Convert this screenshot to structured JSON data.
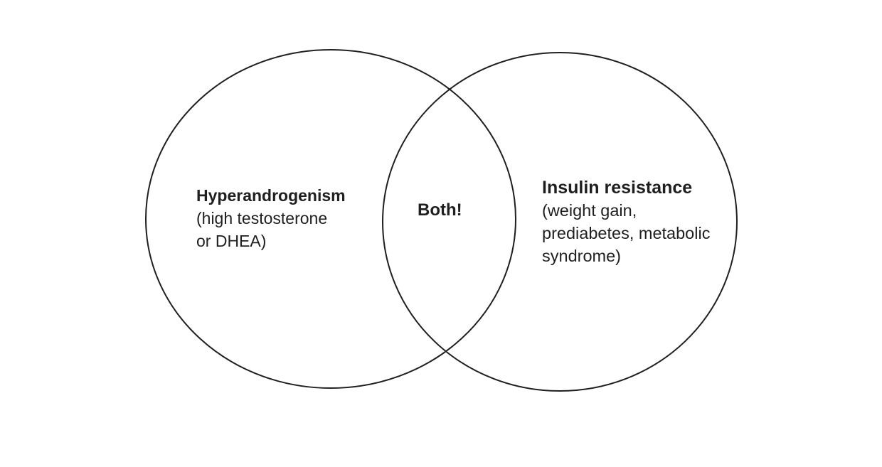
{
  "venn": {
    "left": {
      "title": "Hyperandrogenism",
      "description_lines": [
        "(high testosterone",
        "or DHEA)"
      ]
    },
    "intersection": {
      "label": "Both!"
    },
    "right": {
      "title": "Insulin resistance",
      "description_lines": [
        "(weight gain,",
        "prediabetes, metabolic",
        "syndrome)"
      ]
    },
    "stroke_color": "#1f1f1f"
  }
}
